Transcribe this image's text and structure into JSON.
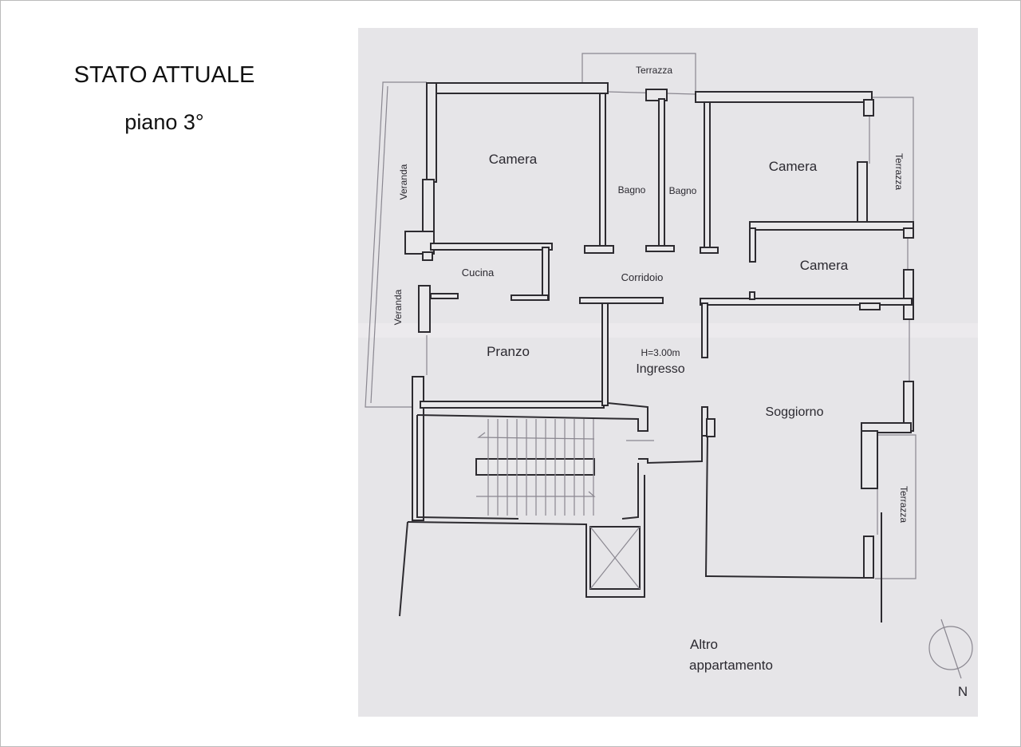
{
  "page": {
    "title": "STATO ATTUALE",
    "subtitle": "piano 3°"
  },
  "plan": {
    "rooms": {
      "terrazza_top": "Terrazza",
      "camera_1": "Camera",
      "bagno_1": "Bagno",
      "bagno_2": "Bagno",
      "camera_2": "Camera",
      "terrazza_right_top": "Terrazza",
      "veranda_top": "Veranda",
      "cucina": "Cucina",
      "corridoio": "Corridoio",
      "camera_3": "Camera",
      "veranda_bottom": "Veranda",
      "pranzo": "Pranzo",
      "height": "H=3.00m",
      "ingresso": "Ingresso",
      "soggiorno": "Soggiorno",
      "terrazza_right_bottom": "Terrazza"
    },
    "neighbour_line1": "Altro",
    "neighbour_line2": "appartamento",
    "north_label": "N"
  },
  "colors": {
    "paper": "#e6e5e8",
    "ink": "#2d2b30"
  }
}
